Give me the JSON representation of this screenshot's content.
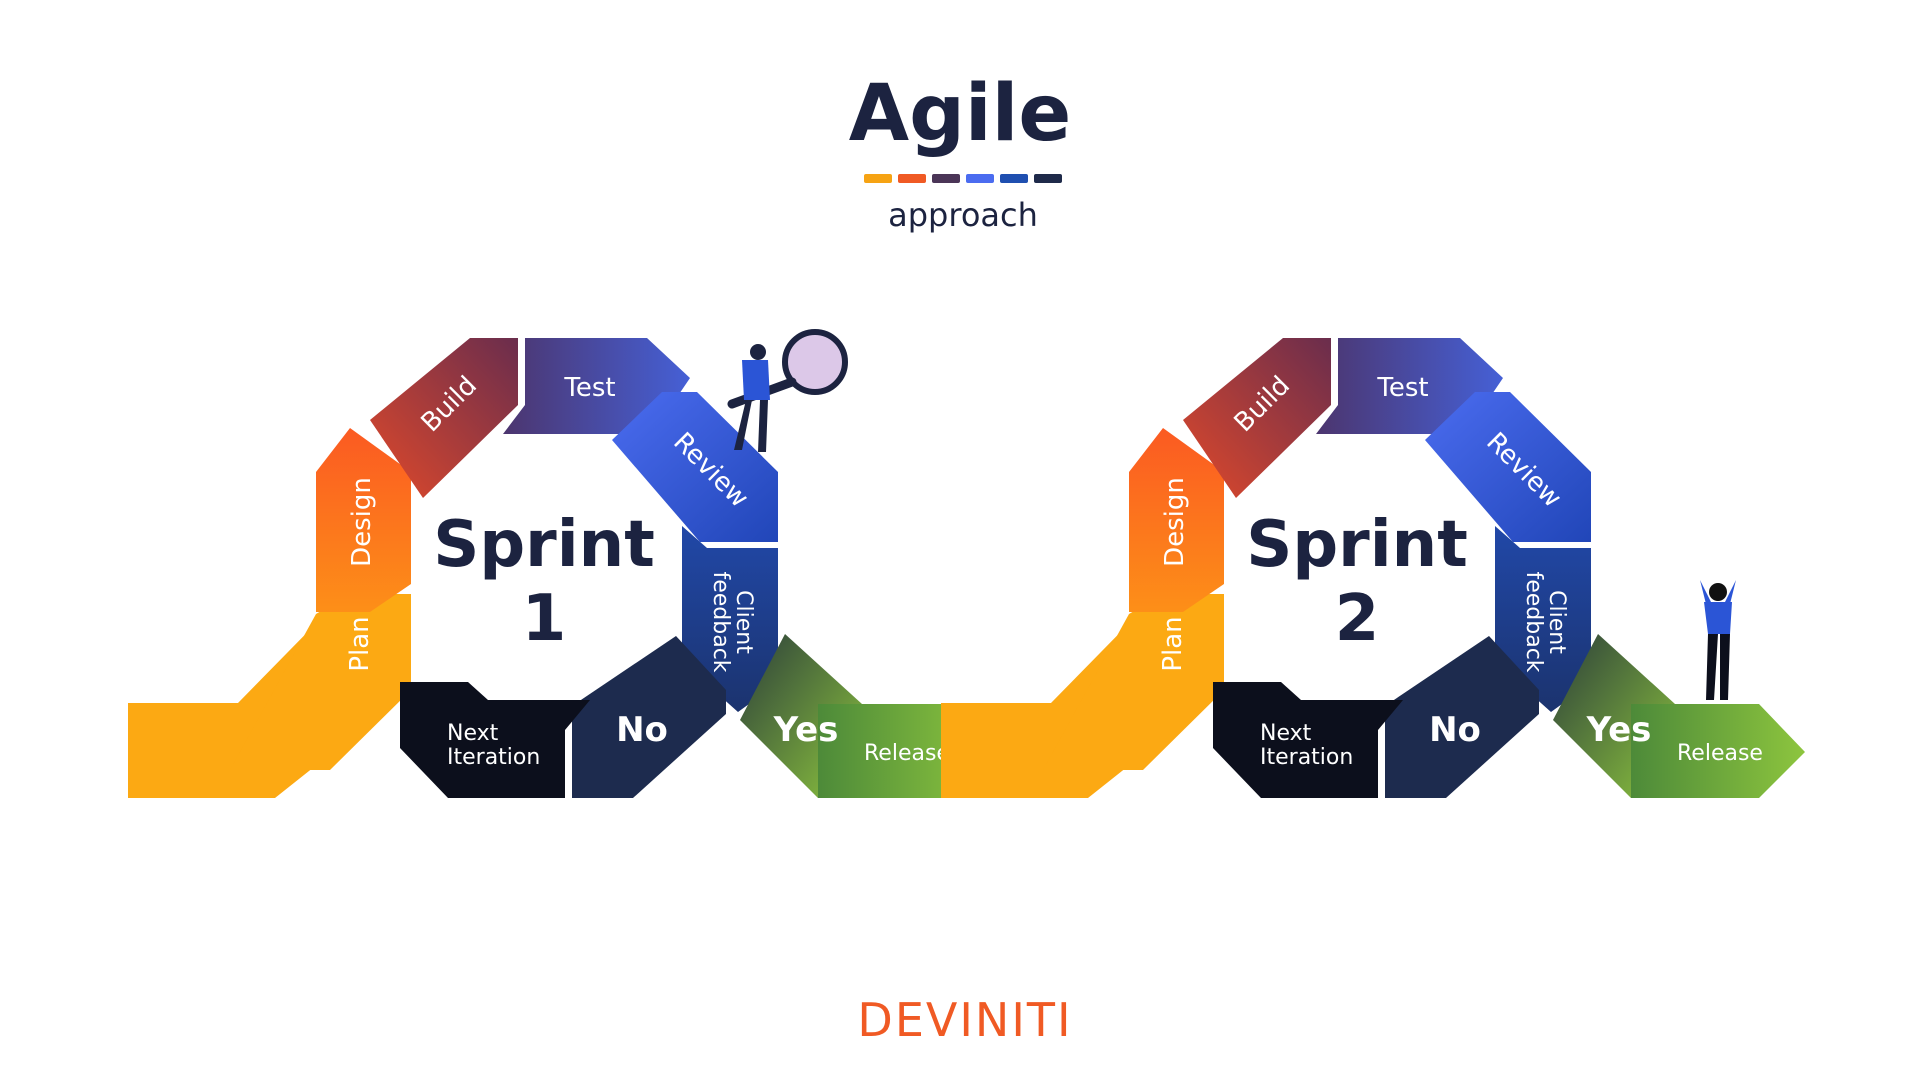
{
  "header": {
    "title": "Agile",
    "subtitle": "approach",
    "underline_colors": [
      "#f6a313",
      "#f05a24",
      "#4b3557",
      "#4b6cf0",
      "#1f4fb0",
      "#1f2a4a"
    ]
  },
  "sprints": [
    {
      "title": "Sprint",
      "number": "1",
      "steps": {
        "plan": "Plan",
        "design": "Design",
        "build": "Build",
        "test": "Test",
        "review": "Review",
        "client_feedback_1": "Client",
        "client_feedback_2": "feedback",
        "no": "No",
        "yes": "Yes",
        "next_iteration_1": "Next",
        "next_iteration_2": "Iteration",
        "release": "Release"
      }
    },
    {
      "title": "Sprint",
      "number": "2",
      "steps": {
        "plan": "Plan",
        "design": "Design",
        "build": "Build",
        "test": "Test",
        "review": "Review",
        "client_feedback_1": "Client",
        "client_feedback_2": "feedback",
        "no": "No",
        "yes": "Yes",
        "next_iteration_1": "Next",
        "next_iteration_2": "Iteration",
        "release": "Release"
      }
    }
  ],
  "footer": {
    "logo": "DEVINITI"
  },
  "colors": {
    "plan": "#fca913",
    "design": "#fd7f1b",
    "build": "#c9422c",
    "test": "#5d4a8e",
    "review": "#3257e0",
    "client": "#1e4ba0",
    "no": "#1d2b4e",
    "next": "#0c0f1c",
    "yes_start": "#3c5a36",
    "yes_end": "#8dc53e",
    "dark_text": "#1c2340",
    "logo": "#f05a24"
  },
  "icons": [
    "magnifier-person-illustration",
    "celebrating-person-illustration"
  ]
}
